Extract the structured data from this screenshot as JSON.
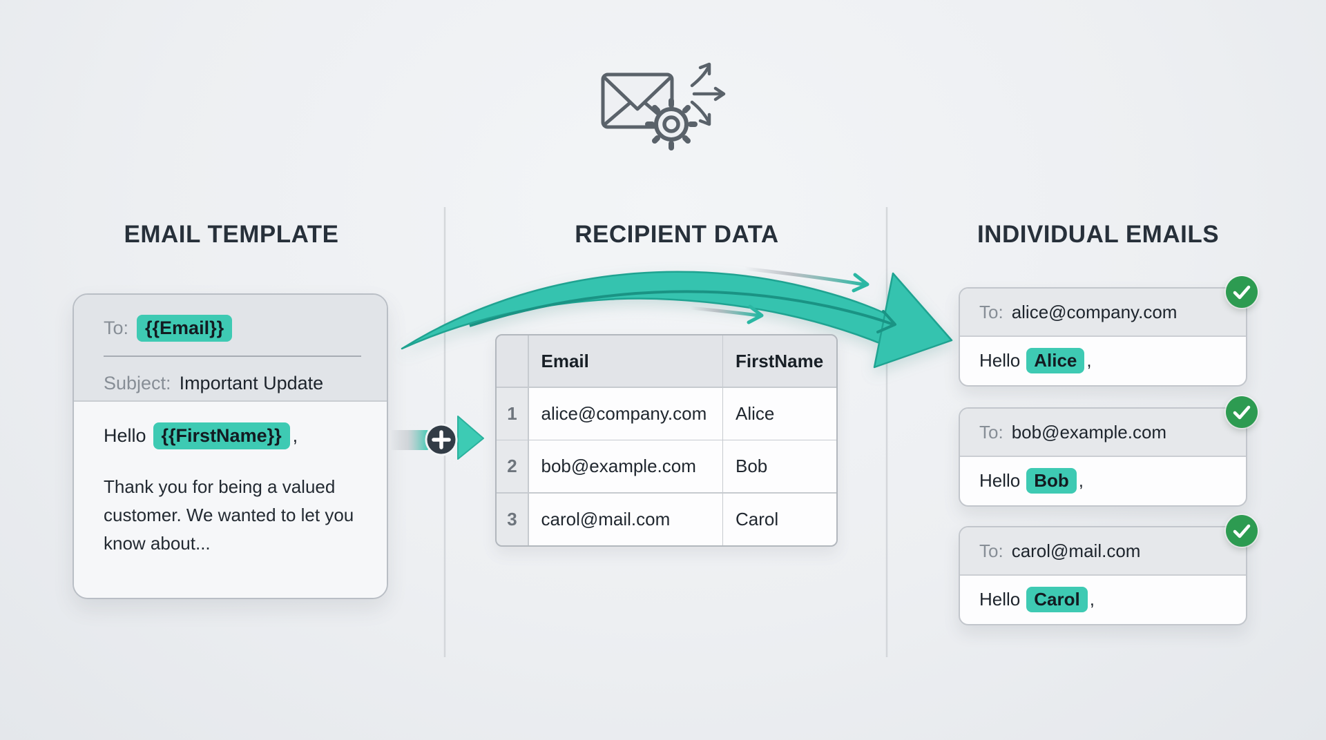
{
  "columns": {
    "template_title": "EMAIL TEMPLATE",
    "data_title": "RECIPIENT DATA",
    "output_title": "INDIVIDUAL EMAILS"
  },
  "template_card": {
    "to_label": "To:",
    "to_token": "{{Email}}",
    "subject_label": "Subject:",
    "subject_value": "Important Update",
    "greeting_prefix": "Hello",
    "greeting_token": "{{FirstName}}",
    "greeting_suffix": ",",
    "body_text": "Thank you for being a valued customer. We wanted to let you know about..."
  },
  "recipient_table": {
    "col_email": "Email",
    "col_first_name": "FirstName",
    "rows": [
      {
        "num": "1",
        "email": "alice@company.com",
        "first_name": "Alice"
      },
      {
        "num": "2",
        "email": "bob@example.com",
        "first_name": "Bob"
      },
      {
        "num": "3",
        "email": "carol@mail.com",
        "first_name": "Carol"
      }
    ]
  },
  "emails": [
    {
      "to_label": "To:",
      "to": "alice@company.com",
      "greeting_prefix": "Hello",
      "name": "Alice",
      "suffix": ","
    },
    {
      "to_label": "To:",
      "to": "bob@example.com",
      "greeting_prefix": "Hello",
      "name": "Bob",
      "suffix": ","
    },
    {
      "to_label": "To:",
      "to": "carol@mail.com",
      "greeting_prefix": "Hello",
      "name": "Carol",
      "suffix": ","
    }
  ],
  "icons": {
    "top": "envelope-gear-fanout-icon",
    "merge": "plus-icon",
    "status": "check-icon"
  },
  "colors": {
    "teal_highlight": "#3ecab3",
    "arrow_teal": "#35c3af",
    "arrow_edge": "#1fa391",
    "badge_green": "#2d9b51",
    "title_dark": "#27303a",
    "label_gray": "#878e96",
    "background": "#edeff2"
  }
}
